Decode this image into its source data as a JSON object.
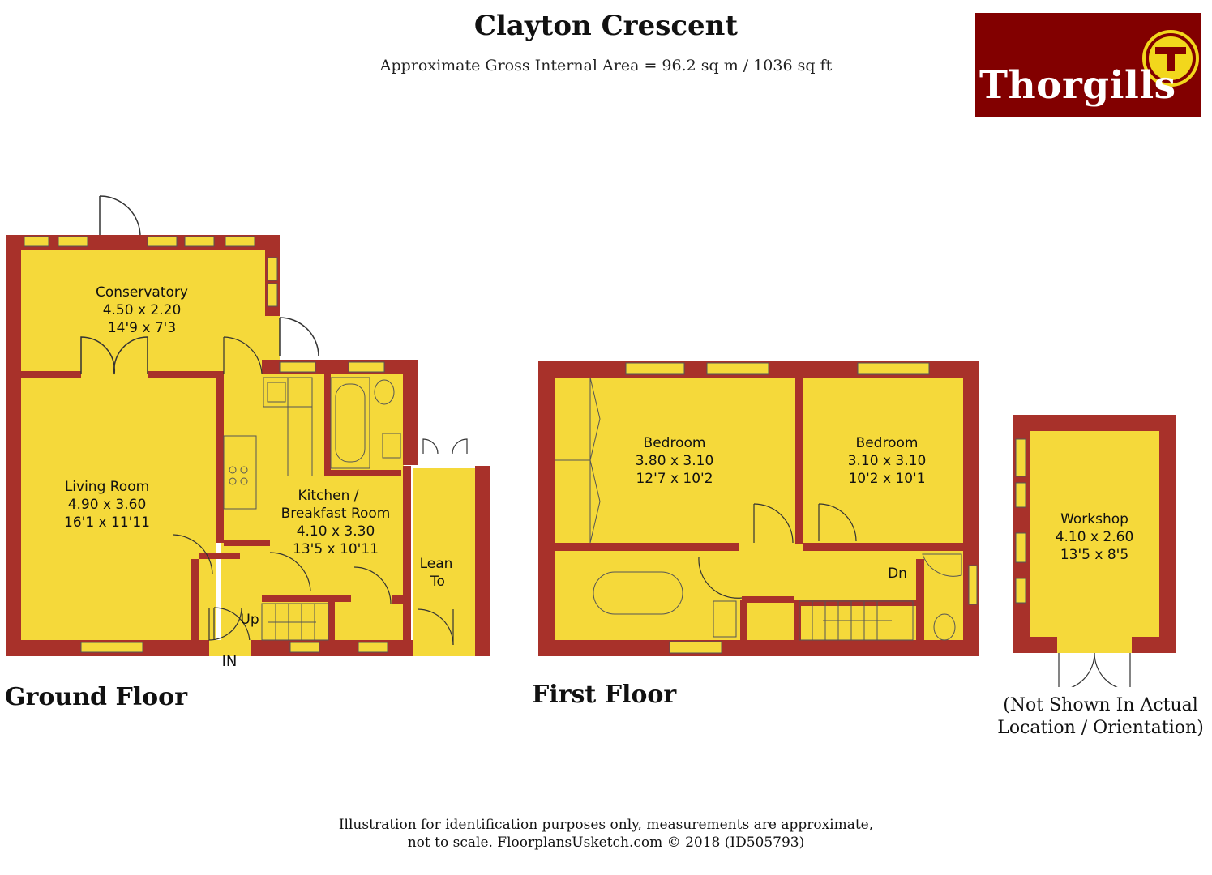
{
  "header": {
    "title": "Clayton Crescent",
    "subtitle": "Approximate Gross Internal Area = 96.2 sq m / 1036 sq ft"
  },
  "logo": {
    "text": "Thorgills",
    "mark": "T",
    "background": "#820000",
    "mark_color": "#f2d71c"
  },
  "colors": {
    "wall": "#a8312a",
    "floor": "#f5d93a",
    "line": "#333333"
  },
  "ground_floor": {
    "label": "Ground Floor",
    "rooms": [
      {
        "name": "Conservatory",
        "metric": "4.50 x 2.20",
        "imperial": "14'9 x 7'3"
      },
      {
        "name": "Living Room",
        "metric": "4.90 x 3.60",
        "imperial": "16'1 x 11'11"
      },
      {
        "name": "Kitchen /",
        "name2": "Breakfast Room",
        "metric": "4.10 x 3.30",
        "imperial": "13'5 x 10'11"
      },
      {
        "name": "Lean",
        "name2": "To"
      }
    ],
    "stairs_label": "Up",
    "entrance_label": "IN"
  },
  "first_floor": {
    "label": "First Floor",
    "rooms": [
      {
        "name": "Bedroom",
        "metric": "3.80 x 3.10",
        "imperial": "12'7 x 10'2"
      },
      {
        "name": "Bedroom",
        "metric": "3.10 x 3.10",
        "imperial": "10'2 x 10'1"
      }
    ],
    "stairs_label": "Dn"
  },
  "outbuilding": {
    "room": {
      "name": "Workshop",
      "metric": "4.10 x 2.60",
      "imperial": "13'5 x 8'5"
    },
    "note_line1": "(Not Shown In Actual",
    "note_line2": "Location / Orientation)"
  },
  "footer": {
    "line1": "Illustration for identification purposes only, measurements are approximate,",
    "line2": "not to scale. FloorplansUsketch.com © 2018 (ID505793)"
  }
}
